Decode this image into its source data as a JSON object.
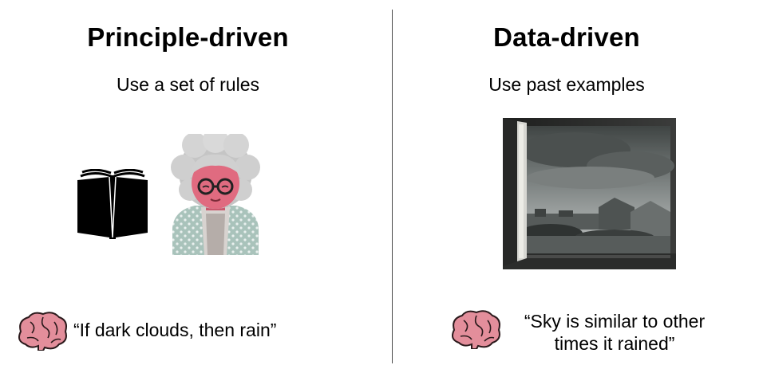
{
  "left_panel": {
    "title": "Principle-driven",
    "subtitle": "Use a set of rules",
    "quote": "“If dark clouds, then rain”"
  },
  "right_panel": {
    "title": "Data-driven",
    "subtitle": "Use past examples",
    "quote": "“Sky is similar to other times it rained”"
  },
  "colors": {
    "brain": "#e38e9b",
    "brain_outline": "#2b1a1c",
    "grandma_face": "#e06b80",
    "grandma_hair": "#c8c8c8",
    "divider": "#4a4a4a"
  },
  "icons": [
    "book-icon",
    "grandma-figure",
    "window-photo",
    "brain-icon"
  ]
}
